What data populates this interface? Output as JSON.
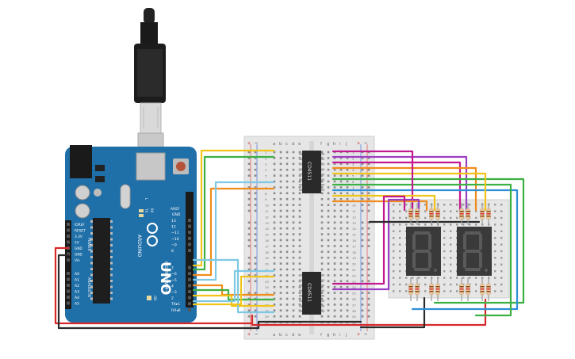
{
  "arduino": {
    "board_name": "UNO",
    "brand": "ARDUINO",
    "aref_label": "AREF",
    "gnd_label": "GND",
    "digital_label": "DIGITAL (PWM~)",
    "digital_pins": [
      "13",
      "12",
      "~11",
      "~10",
      "~9",
      "8",
      "7",
      "~6",
      "~5",
      "4",
      "~3",
      "2",
      "TX▸1",
      "RX◂0"
    ],
    "power_header_label": "POWER",
    "power_pins": [
      "IOREF",
      "RESET",
      "3.3V",
      "5V",
      "GND",
      "GND",
      "Vin"
    ],
    "analog_label": "ANALOG IN",
    "analog_pins": [
      "A0",
      "A1",
      "A2",
      "A3",
      "A4",
      "A5"
    ],
    "tx_label": "TX",
    "rx_label": "RX",
    "l_label": "L",
    "on_label": "ON"
  },
  "breadboard": {
    "col_letters_left": [
      "a",
      "b",
      "c",
      "d",
      "e"
    ],
    "col_letters_right": [
      "f",
      "g",
      "h",
      "i",
      "j"
    ],
    "rail_plus": "+",
    "rail_minus": "−",
    "row_numbers": [
      "1",
      "2",
      "3",
      "4",
      "5",
      "6",
      "7",
      "8",
      "9",
      "10",
      "11",
      "12",
      "13",
      "14",
      "15",
      "16",
      "17",
      "18",
      "19",
      "20",
      "21",
      "22",
      "23",
      "24",
      "25",
      "26",
      "27",
      "28",
      "29",
      "30"
    ]
  },
  "chips": {
    "upper_label": "CD4511",
    "lower_label": "CD4511"
  },
  "colors": {
    "board": "#1f6fa8",
    "wire_red": "#d62a2a",
    "wire_black": "#2a2a2a",
    "wire_orange": "#f08c1c",
    "wire_yellow": "#f0c419",
    "wire_green": "#3cb043",
    "wire_blue": "#2f8fd8",
    "wire_purple": "#9b3fc2",
    "wire_magenta": "#c2198f",
    "wire_lightblue": "#7ec8e3",
    "display_body": "#3a3a3a",
    "segment_off": "#5a5a5a"
  }
}
